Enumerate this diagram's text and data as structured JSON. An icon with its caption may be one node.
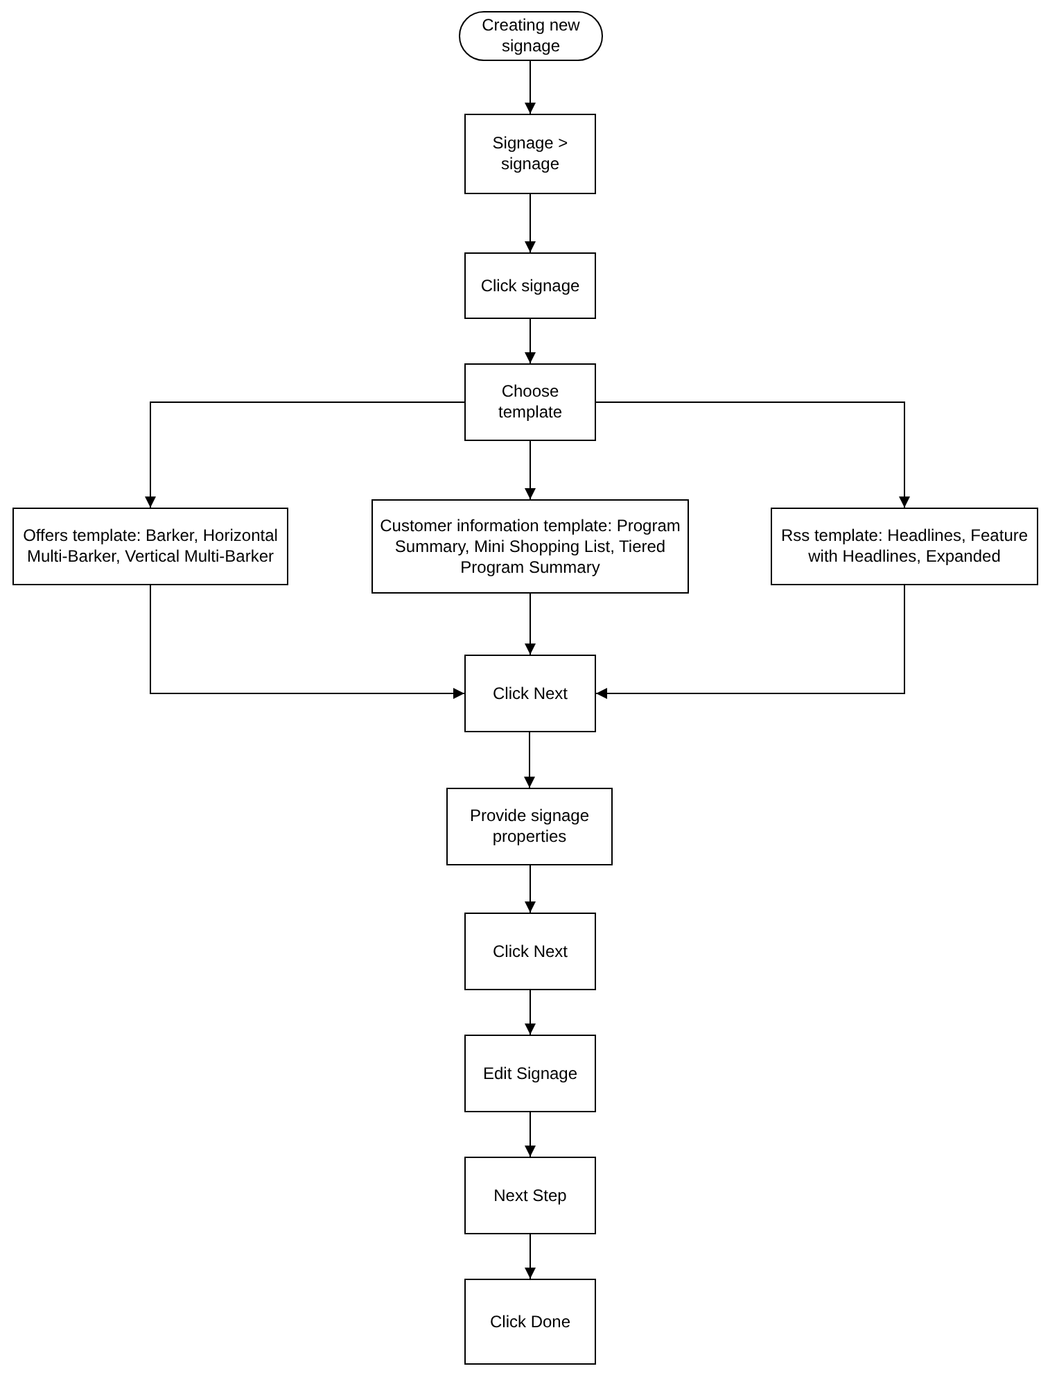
{
  "diagram": {
    "nodes": [
      {
        "text": [
          "Creating new signage"
        ]
      },
      {
        "text": [
          "Signage > signage"
        ]
      },
      {
        "text": [
          "Click signage"
        ]
      },
      {
        "text": [
          "Choose template"
        ]
      },
      {
        "text": [
          "Offers template: Barker, Horizontal Multi-Barker, Vertical Multi-Barker"
        ]
      },
      {
        "text": [
          "Customer information template: Program Summary, Mini Shopping List, Tiered Program Summary"
        ]
      },
      {
        "text": [
          "Rss template: Headlines, Feature with Headlines, Expanded"
        ]
      },
      {
        "text": [
          "Click Next"
        ]
      },
      {
        "text": [
          "Provide signage properties"
        ]
      },
      {
        "text": [
          "Click Next"
        ]
      },
      {
        "text": [
          "Edit Signage"
        ]
      },
      {
        "text": [
          "Next Step"
        ]
      },
      {
        "text": [
          "Click Done"
        ]
      }
    ],
    "edges": [
      {
        "from": 0,
        "to": 1,
        "arrow": "to"
      },
      {
        "from": 1,
        "to": 2,
        "arrow": "to"
      },
      {
        "from": 2,
        "to": 3,
        "arrow": "to"
      },
      {
        "from": 3,
        "to": 4,
        "arrow": "to"
      },
      {
        "from": 3,
        "to": 5,
        "arrow": "to"
      },
      {
        "from": 3,
        "to": 6,
        "arrow": "to"
      },
      {
        "from": 4,
        "to": 7,
        "arrow": "to"
      },
      {
        "from": 5,
        "to": 7,
        "arrow": "to"
      },
      {
        "from": 6,
        "to": 7,
        "arrow": "to"
      },
      {
        "from": 7,
        "to": 8,
        "arrow": "to"
      },
      {
        "from": 8,
        "to": 9,
        "arrow": "to"
      },
      {
        "from": 9,
        "to": 10,
        "arrow": "to"
      },
      {
        "from": 10,
        "to": 11,
        "arrow": "to"
      },
      {
        "from": 11,
        "to": 12,
        "arrow": "to"
      }
    ]
  }
}
